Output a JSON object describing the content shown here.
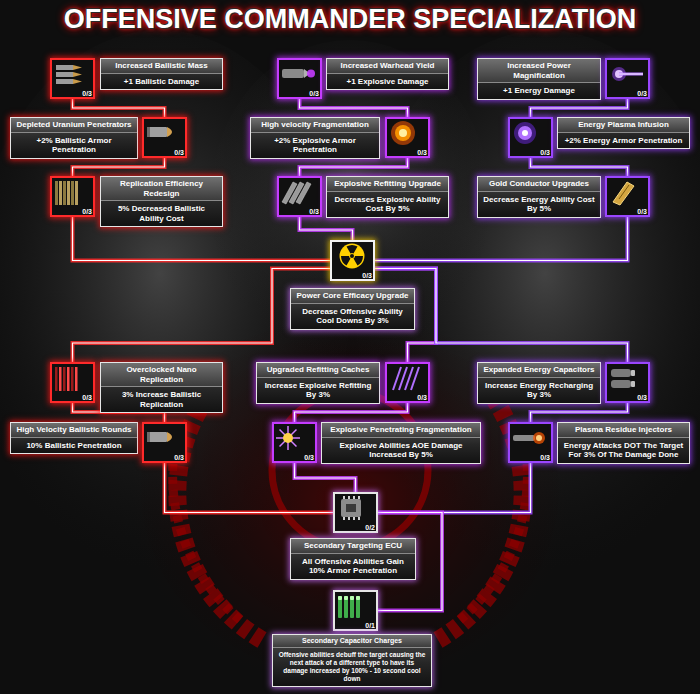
{
  "diagram": {
    "title": "OFFENSIVE COMMANDER SPECIALIZATION",
    "nodes": [
      {
        "text": [
          "0/3"
        ]
      },
      {
        "text": [
          "Increased Ballistic Mass",
          "+1 Ballistic Damage"
        ]
      },
      {
        "text": [
          "0/3"
        ]
      },
      {
        "text": [
          "Increased Warhead Yield",
          "+1 Explosive Damage"
        ]
      },
      {
        "text": [
          "Increased Power Magnification",
          "+1 Energy Damage"
        ]
      },
      {
        "text": [
          "0/3"
        ]
      },
      {
        "text": [
          "Depleted Uranium Penetrators",
          "+2% Ballistic Armor Penetration"
        ]
      },
      {
        "text": [
          "0/3"
        ]
      },
      {
        "text": [
          "High velocity Fragmentation",
          "+2% Explosive Armor Penetration"
        ]
      },
      {
        "text": [
          "0/3"
        ]
      },
      {
        "text": [
          "0/3"
        ]
      },
      {
        "text": [
          "Energy Plasma Infusion",
          "+2% Energy Armor Penetration"
        ]
      },
      {
        "text": [
          "0/3"
        ]
      },
      {
        "text": [
          "Replication Efficiency Redesign",
          "5% Decreased Ballistic Ability Cost"
        ]
      },
      {
        "text": [
          "0/3"
        ]
      },
      {
        "text": [
          "Explosive Refitting Upgrade",
          "Decreases Explosive Ability Cost By 5%"
        ]
      },
      {
        "text": [
          "Gold Conductor Upgrades",
          "Decrease Energy Ability Cost By 5%"
        ]
      },
      {
        "text": [
          "0/3"
        ]
      },
      {
        "text": [
          "0/3"
        ]
      },
      {
        "text": [
          "Power Core Efficacy Upgrade",
          "Decrease Offensive Ability Cool Downs By 3%"
        ]
      },
      {
        "text": [
          "0/3"
        ]
      },
      {
        "text": [
          "Overclocked Nano Replication",
          "3% Increase Ballistic Replication"
        ]
      },
      {
        "text": [
          "Upgraded Refitting Caches",
          "Increase Explosive Refitting By 3%"
        ]
      },
      {
        "text": [
          "0/3"
        ]
      },
      {
        "text": [
          "Expanded Energy Capacitors",
          "Increase Energy Recharging By 3%"
        ]
      },
      {
        "text": [
          "0/3"
        ]
      },
      {
        "text": [
          "High Velocity Ballistic Rounds",
          "10% Ballistic Penetration"
        ]
      },
      {
        "text": [
          "0/3"
        ]
      },
      {
        "text": [
          "0/3"
        ]
      },
      {
        "text": [
          "Explosive Penetrating Fragmentation",
          "Explosive Abilities AOE Damage Increased By 5%"
        ]
      },
      {
        "text": [
          "0/3"
        ]
      },
      {
        "text": [
          "Plasma Residue Injectors",
          "Energy Attacks DOT The Target For 3% Of The Damage Done"
        ]
      },
      {
        "text": [
          "0/2"
        ]
      },
      {
        "text": [
          "Secondary Targeting ECU",
          "All Offensive Abilities Gain 10% Armor Penetration"
        ]
      },
      {
        "text": [
          "0/1"
        ]
      },
      {
        "text": [
          "Secondary Capacitor Charges",
          "Offensive abilities debuff the target causing the next attack of a different type to have its damage increased by 100% - 10 second cool down"
        ]
      }
    ],
    "edges": [
      {
        "from": 0,
        "to": 7,
        "arrow": "none"
      },
      {
        "from": 7,
        "to": 12,
        "arrow": "none"
      },
      {
        "from": 2,
        "to": 9,
        "arrow": "none"
      },
      {
        "from": 9,
        "to": 14,
        "arrow": "none"
      },
      {
        "from": 5,
        "to": 10,
        "arrow": "none"
      },
      {
        "from": 10,
        "to": 17,
        "arrow": "none"
      },
      {
        "from": 12,
        "to": 18,
        "arrow": "none"
      },
      {
        "from": 14,
        "to": 18,
        "arrow": "none"
      },
      {
        "from": 17,
        "to": 18,
        "arrow": "none"
      },
      {
        "from": 18,
        "to": 20,
        "arrow": "none"
      },
      {
        "from": 18,
        "to": 23,
        "arrow": "none"
      },
      {
        "from": 18,
        "to": 25,
        "arrow": "none"
      },
      {
        "from": 20,
        "to": 27,
        "arrow": "none"
      },
      {
        "from": 23,
        "to": 28,
        "arrow": "none"
      },
      {
        "from": 25,
        "to": 30,
        "arrow": "none"
      },
      {
        "from": 27,
        "to": 32,
        "arrow": "none"
      },
      {
        "from": 28,
        "to": 32,
        "arrow": "none"
      },
      {
        "from": 30,
        "to": 32,
        "arrow": "none"
      },
      {
        "from": 32,
        "to": 34,
        "arrow": "none"
      }
    ]
  }
}
